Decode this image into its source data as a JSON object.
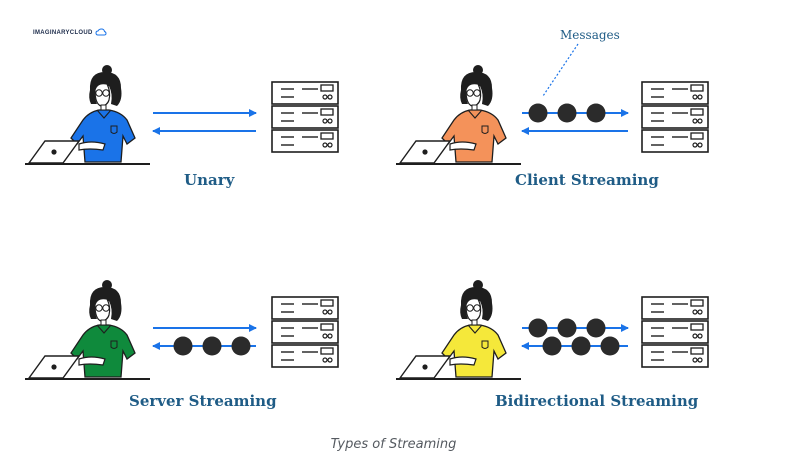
{
  "logo": {
    "text": "IMAGINARYCLOUD"
  },
  "panels": [
    {
      "label": "Unary",
      "shirt_color": "#1a73e8",
      "upper": "arrow",
      "lower": "arrow"
    },
    {
      "label": "Client Streaming",
      "shirt_color": "#f4925a",
      "upper": "messages",
      "lower": "arrow"
    },
    {
      "label": "Server Streaming",
      "shirt_color": "#0f8a3c",
      "upper": "arrow",
      "lower": "messages"
    },
    {
      "label": "Bidirectional Streaming",
      "shirt_color": "#f5e83a",
      "upper": "messages",
      "lower": "messages"
    }
  ],
  "messages_label": "Messages",
  "caption": "Types of Streaming",
  "colors": {
    "arrow": "#1a73e8",
    "label": "#1f5c86",
    "message": "#2b2b2b",
    "ink": "#1e1e1e"
  }
}
